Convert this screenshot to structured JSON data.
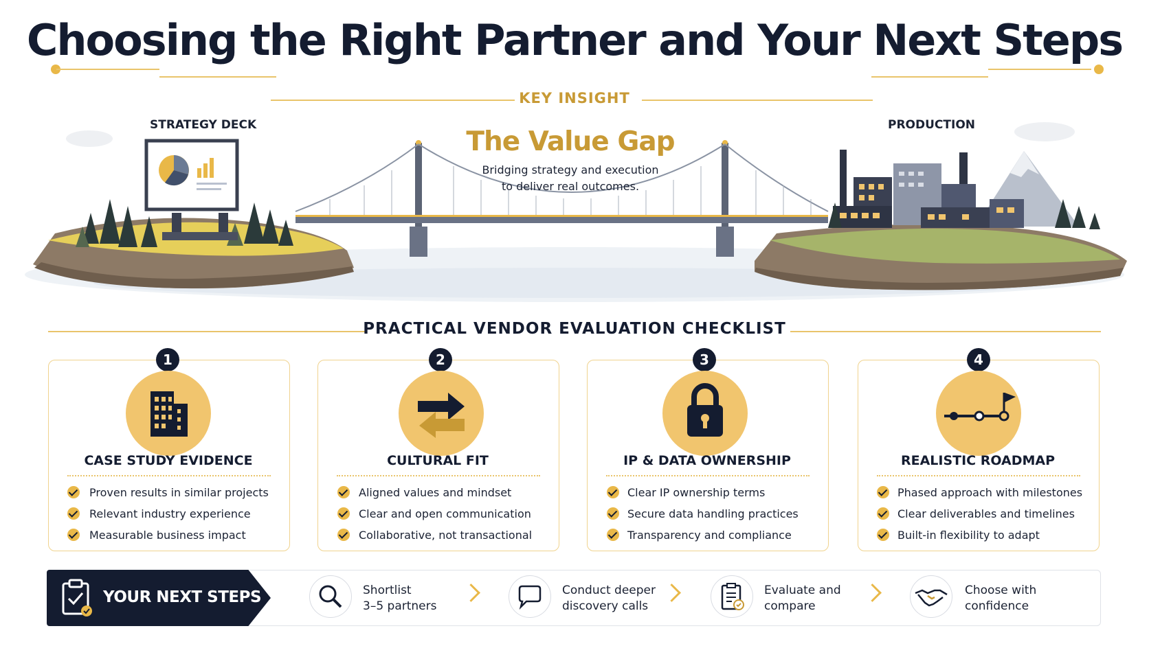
{
  "title": "Choosing the Right Partner and Your Next Steps",
  "insight": {
    "eyebrow": "KEY INSIGHT",
    "heading": "The Value Gap",
    "subtitle_line1": "Bridging strategy and execution",
    "subtitle_line2": "to deliver real outcomes.",
    "left_label": "STRATEGY DECK",
    "right_label": "PRODUCTION"
  },
  "checklist": {
    "title": "PRACTICAL VENDOR EVALUATION CHECKLIST",
    "cards": [
      {
        "number": "1",
        "icon": "building-icon",
        "title": "CASE STUDY EVIDENCE",
        "items": [
          "Proven results in similar projects",
          "Relevant industry experience",
          "Measurable business impact"
        ]
      },
      {
        "number": "2",
        "icon": "exchange-arrows-icon",
        "title": "CULTURAL FIT",
        "items": [
          "Aligned values and mindset",
          "Clear and open communication",
          "Collaborative, not transactional"
        ]
      },
      {
        "number": "3",
        "icon": "padlock-icon",
        "title": "IP & DATA OWNERSHIP",
        "items": [
          "Clear IP ownership terms",
          "Secure data handling practices",
          "Transparency and compliance"
        ]
      },
      {
        "number": "4",
        "icon": "roadmap-flag-icon",
        "title": "REALISTIC ROADMAP",
        "items": [
          "Phased approach with milestones",
          "Clear deliverables and timelines",
          "Built-in flexibility to adapt"
        ]
      }
    ]
  },
  "next_steps": {
    "label": "YOUR NEXT STEPS",
    "icon": "clipboard-check-icon",
    "steps": [
      {
        "icon": "magnifier-icon",
        "line1": "Shortlist",
        "line2": "3–5 partners"
      },
      {
        "icon": "speech-bubble-icon",
        "line1": "Conduct deeper",
        "line2": "discovery calls"
      },
      {
        "icon": "checklist-icon",
        "line1": "Evaluate and",
        "line2": "compare"
      },
      {
        "icon": "handshake-icon",
        "line1": "Choose with",
        "line2": "confidence"
      }
    ]
  },
  "colors": {
    "navy": "#141c30",
    "gold": "#e9b848",
    "gold_text": "#c89a35",
    "soft_gold": "#f1c56e"
  }
}
